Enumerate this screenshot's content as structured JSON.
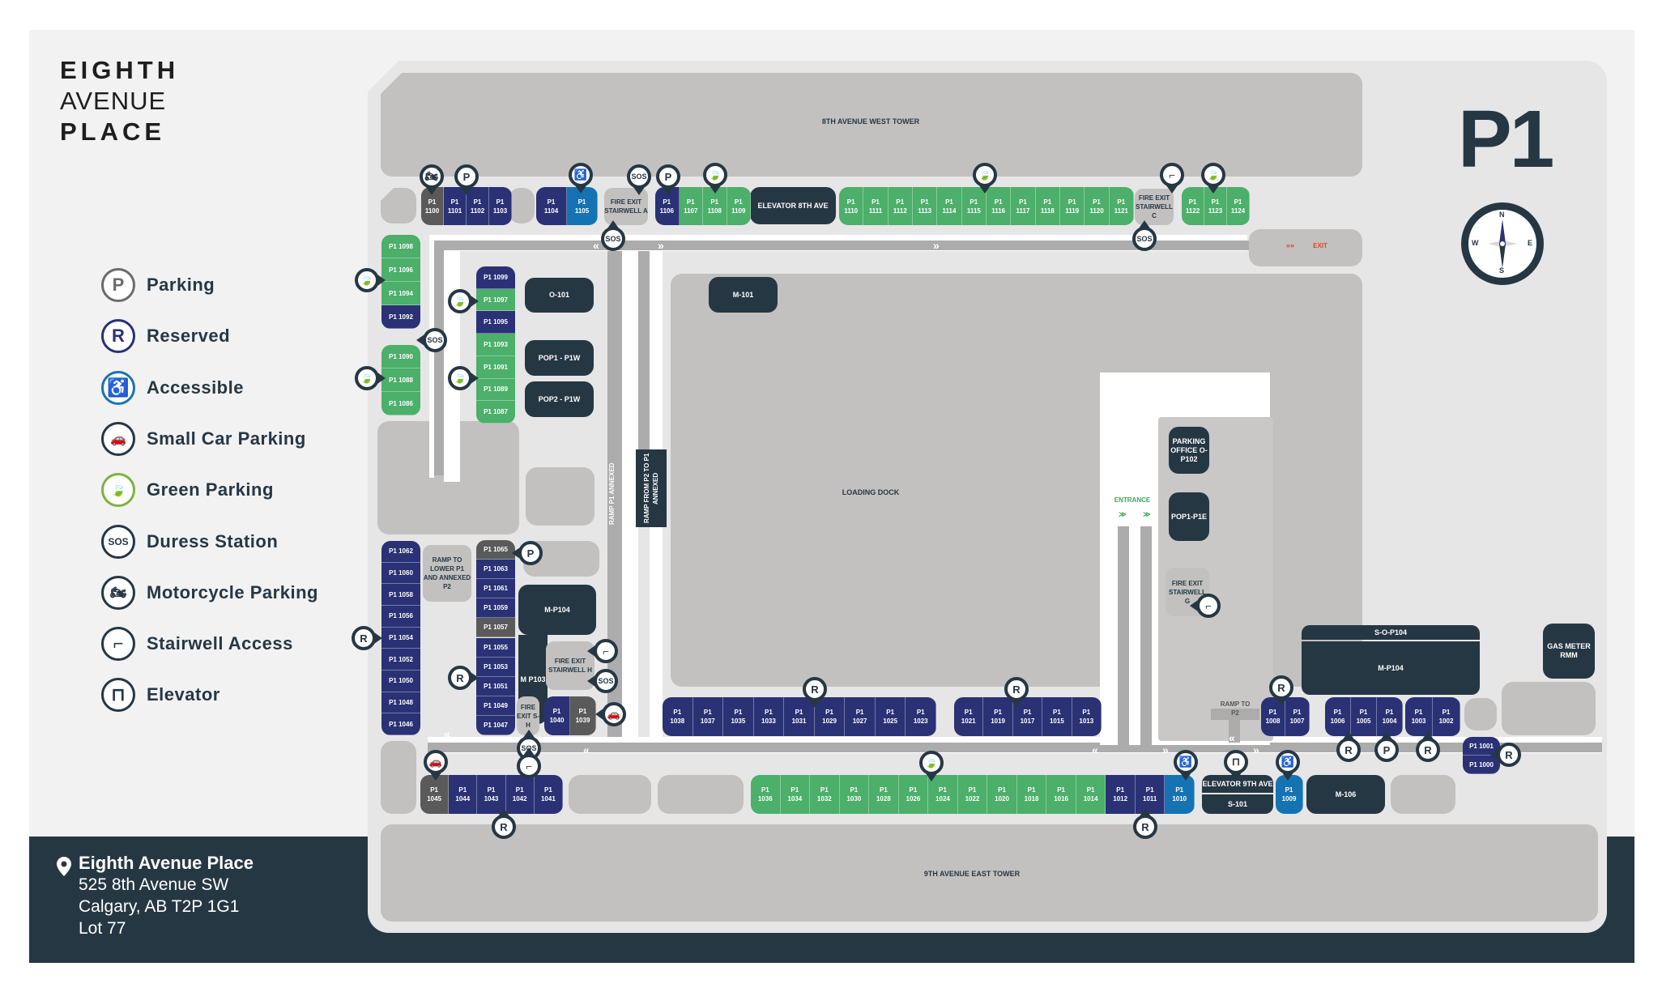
{
  "brand": {
    "line1": "EIGHTH",
    "line2": "AVENUE",
    "line3": "PLACE"
  },
  "level": "P1",
  "compass": {
    "n": "N",
    "s": "S",
    "e": "E",
    "w": "W"
  },
  "legend": [
    {
      "icon": "parking-icon",
      "glyph": "P",
      "label": "Parking",
      "color": "#6b6b6b"
    },
    {
      "icon": "reserved-icon",
      "glyph": "R",
      "label": "Reserved",
      "color": "#2a3275"
    },
    {
      "icon": "accessible-icon",
      "glyph": "♿",
      "label": "Accessible",
      "color": "#1a74b0"
    },
    {
      "icon": "small-car-icon",
      "glyph": "🚗",
      "label": "Small Car Parking",
      "color": "#263744"
    },
    {
      "icon": "green-leaf-icon",
      "glyph": "🍃",
      "label": "Green Parking",
      "color": "#7cb342"
    },
    {
      "icon": "sos-icon",
      "glyph": "SOS",
      "label": "Duress Station",
      "color": "#263744"
    },
    {
      "icon": "motorcycle-icon",
      "glyph": "🏍",
      "label": "Motorcycle Parking",
      "color": "#263744"
    },
    {
      "icon": "stairs-icon",
      "glyph": "⌐",
      "label": "Stairwell Access",
      "color": "#263744"
    },
    {
      "icon": "elevator-icon",
      "glyph": "⊓",
      "label": "Elevator",
      "color": "#263744"
    }
  ],
  "address": {
    "name": "Eighth Avenue Place",
    "street": "525 8th Avenue SW",
    "city": "Calgary, AB T2P 1G1",
    "lot": "Lot 77"
  },
  "colors": {
    "reserved": "#2a3275",
    "green": "#4caf6a",
    "accessible": "#1673b3",
    "special": "#5a5a5a",
    "dark": "#263744",
    "exit_red": "#e0452c",
    "entrance_green": "#3ea65c"
  },
  "labels": {
    "west_tower": "8TH AVENUE WEST TOWER",
    "east_tower": "9TH AVENUE EAST TOWER",
    "loading_dock": "LOADING DOCK",
    "exit": "EXIT",
    "entrance": "ENTRANCE",
    "ramp_p1_annexed": "RAMP P1 ANNEXED",
    "ramp_from_p2": "RAMP FROM P2 TO P1 ANNEXED",
    "ramp_to_lower": "RAMP TO LOWER P1 AND ANNEXED P2",
    "ramp_to_p2": "RAMP TO P2",
    "fire_exit_a": "FIRE EXIT STAIRWELL A",
    "fire_exit_c": "FIRE EXIT STAIRWELL C",
    "fire_exit_g": "FIRE EXIT STAIRWELL G",
    "fire_exit_h": "FIRE EXIT STAIRWELL H",
    "fire_exit_sh": "FIRE EXIT S-H",
    "elevator_8th": "ELEVATOR 8TH AVE",
    "elevator_9th": "ELEVATOR 9TH AVE",
    "s101": "S-101",
    "m101": "M-101",
    "o101": "O-101",
    "pop1_p1w": "POP1 - P1W",
    "pop2_p1w": "POP2 - P1W",
    "m_p104_left": "M-P104",
    "m_p103": "M P103",
    "parking_office": "PARKING OFFICE O-P102",
    "pop1_p1e": "POP1-P1E",
    "s_o_p104": "S-O-P104",
    "m_p104_right": "M-P104",
    "m106": "M-106",
    "gas_meter": "GAS METER RMM"
  },
  "stall_rows": {
    "top_a": [
      {
        "id": "P1 1100",
        "type": "special"
      },
      {
        "id": "P1 1101",
        "type": "reserved"
      },
      {
        "id": "P1 1102",
        "type": "reserved"
      },
      {
        "id": "P1 1103",
        "type": "reserved"
      }
    ],
    "top_b": [
      {
        "id": "P1 1104",
        "type": "reserved"
      },
      {
        "id": "P1 1105",
        "type": "accessible"
      }
    ],
    "top_c": [
      {
        "id": "P1 1106",
        "type": "reserved"
      },
      {
        "id": "P1 1107",
        "type": "green"
      },
      {
        "id": "P1 1108",
        "type": "green"
      },
      {
        "id": "P1 1109",
        "type": "green"
      }
    ],
    "top_d": [
      {
        "id": "P1 1110",
        "type": "green"
      },
      {
        "id": "P1 1111",
        "type": "green"
      },
      {
        "id": "P1 1112",
        "type": "green"
      },
      {
        "id": "P1 1113",
        "type": "green"
      },
      {
        "id": "P1 1114",
        "type": "green"
      },
      {
        "id": "P1 1115",
        "type": "green"
      },
      {
        "id": "P1 1116",
        "type": "green"
      },
      {
        "id": "P1 1117",
        "type": "green"
      },
      {
        "id": "P1 1118",
        "type": "green"
      },
      {
        "id": "P1 1119",
        "type": "green"
      },
      {
        "id": "P1 1120",
        "type": "green"
      },
      {
        "id": "P1 1121",
        "type": "green"
      }
    ],
    "top_e": [
      {
        "id": "P1 1122",
        "type": "green"
      },
      {
        "id": "P1 1123",
        "type": "green"
      },
      {
        "id": "P1 1124",
        "type": "green"
      }
    ],
    "left_a": [
      {
        "id": "P1 1098",
        "type": "green"
      },
      {
        "id": "P1 1096",
        "type": "green"
      },
      {
        "id": "P1 1094",
        "type": "green"
      },
      {
        "id": "P1 1092",
        "type": "reserved"
      }
    ],
    "left_b": [
      {
        "id": "P1 1090",
        "type": "green"
      },
      {
        "id": "P1 1088",
        "type": "green"
      },
      {
        "id": "P1 1086",
        "type": "green"
      }
    ],
    "inner_a": [
      {
        "id": "P1 1099",
        "type": "reserved"
      },
      {
        "id": "P1 1097",
        "type": "green"
      },
      {
        "id": "P1 1095",
        "type": "reserved"
      },
      {
        "id": "P1 1093",
        "type": "green"
      },
      {
        "id": "P1 1091",
        "type": "green"
      },
      {
        "id": "P1 1089",
        "type": "green"
      },
      {
        "id": "P1 1087",
        "type": "green"
      }
    ],
    "left_c": [
      {
        "id": "P1 1062",
        "type": "reserved"
      },
      {
        "id": "P1 1060",
        "type": "reserved"
      },
      {
        "id": "P1 1058",
        "type": "reserved"
      },
      {
        "id": "P1 1056",
        "type": "reserved"
      },
      {
        "id": "P1 1054",
        "type": "reserved"
      },
      {
        "id": "P1 1052",
        "type": "reserved"
      },
      {
        "id": "P1 1050",
        "type": "reserved"
      },
      {
        "id": "P1 1048",
        "type": "reserved"
      },
      {
        "id": "P1 1046",
        "type": "reserved"
      }
    ],
    "inner_b": [
      {
        "id": "P1 1065",
        "type": "special"
      },
      {
        "id": "P1 1063",
        "type": "reserved"
      },
      {
        "id": "P1 1061",
        "type": "reserved"
      },
      {
        "id": "P1 1059",
        "type": "reserved"
      },
      {
        "id": "P1 1057",
        "type": "special"
      },
      {
        "id": "P1 1055",
        "type": "reserved"
      },
      {
        "id": "P1 1053",
        "type": "reserved"
      },
      {
        "id": "P1 1051",
        "type": "reserved"
      },
      {
        "id": "P1 1049",
        "type": "reserved"
      },
      {
        "id": "P1 1047",
        "type": "reserved"
      }
    ],
    "inner_c": [
      {
        "id": "P1 1040",
        "type": "reserved"
      },
      {
        "id": "P1 1039",
        "type": "special"
      }
    ],
    "mid_a": [
      {
        "id": "P1 1038",
        "type": "reserved"
      },
      {
        "id": "P1 1037",
        "type": "reserved"
      },
      {
        "id": "P1 1035",
        "type": "reserved"
      },
      {
        "id": "P1 1033",
        "type": "reserved"
      },
      {
        "id": "P1 1031",
        "type": "reserved"
      },
      {
        "id": "P1 1029",
        "type": "reserved"
      },
      {
        "id": "P1 1027",
        "type": "reserved"
      },
      {
        "id": "P1 1025",
        "type": "reserved"
      },
      {
        "id": "P1 1023",
        "type": "reserved"
      }
    ],
    "mid_b": [
      {
        "id": "P1 1021",
        "type": "reserved"
      },
      {
        "id": "P1 1019",
        "type": "reserved"
      },
      {
        "id": "P1 1017",
        "type": "reserved"
      },
      {
        "id": "P1 1015",
        "type": "reserved"
      },
      {
        "id": "P1 1013",
        "type": "reserved"
      }
    ],
    "bottom_a": [
      {
        "id": "P1 1045",
        "type": "special"
      },
      {
        "id": "P1 1044",
        "type": "reserved"
      },
      {
        "id": "P1 1043",
        "type": "reserved"
      },
      {
        "id": "P1 1042",
        "type": "reserved"
      },
      {
        "id": "P1 1041",
        "type": "reserved"
      }
    ],
    "bottom_b": [
      {
        "id": "P1 1036",
        "type": "green"
      },
      {
        "id": "P1 1034",
        "type": "green"
      },
      {
        "id": "P1 1032",
        "type": "green"
      },
      {
        "id": "P1 1030",
        "type": "green"
      },
      {
        "id": "P1 1028",
        "type": "green"
      },
      {
        "id": "P1 1026",
        "type": "green"
      },
      {
        "id": "P1 1024",
        "type": "green"
      },
      {
        "id": "P1 1022",
        "type": "green"
      },
      {
        "id": "P1 1020",
        "type": "green"
      },
      {
        "id": "P1 1018",
        "type": "green"
      },
      {
        "id": "P1 1016",
        "type": "green"
      },
      {
        "id": "P1 1014",
        "type": "green"
      },
      {
        "id": "P1 1012",
        "type": "reserved"
      },
      {
        "id": "P1 1011",
        "type": "reserved"
      },
      {
        "id": "P1 1010",
        "type": "accessible"
      }
    ],
    "bottom_c": [
      {
        "id": "P1 1009",
        "type": "accessible"
      }
    ],
    "right_a": [
      {
        "id": "P1 1008",
        "type": "reserved"
      },
      {
        "id": "P1 1007",
        "type": "reserved"
      }
    ],
    "right_b": [
      {
        "id": "P1 1006",
        "type": "reserved"
      },
      {
        "id": "P1 1005",
        "type": "reserved"
      },
      {
        "id": "P1 1004",
        "type": "reserved"
      }
    ],
    "right_c": [
      {
        "id": "P1 1003",
        "type": "reserved"
      },
      {
        "id": "P1 1002",
        "type": "reserved"
      }
    ],
    "right_d": [
      {
        "id": "P1 1001",
        "type": "reserved"
      },
      {
        "id": "P1 1000",
        "type": "reserved"
      }
    ]
  },
  "markers": [
    {
      "icon": "motorcycle-icon",
      "glyph": "🏍",
      "near": "P1 1100"
    },
    {
      "icon": "parking-icon",
      "glyph": "P",
      "near": "P1 1101"
    },
    {
      "icon": "accessible-icon",
      "glyph": "♿",
      "near": "P1 1105"
    },
    {
      "icon": "sos-icon",
      "glyph": "SOS",
      "near": "FIRE EXIT STAIRWELL A"
    },
    {
      "icon": "parking-icon",
      "glyph": "P",
      "near": "P1 1106"
    },
    {
      "icon": "green-leaf-icon",
      "glyph": "🍃",
      "near": "P1 1108"
    },
    {
      "icon": "green-leaf-icon",
      "glyph": "🍃",
      "near": "P1 1115"
    },
    {
      "icon": "stairs-icon",
      "glyph": "⌐",
      "near": "FIRE EXIT STAIRWELL C"
    },
    {
      "icon": "green-leaf-icon",
      "glyph": "🍃",
      "near": "P1 1123"
    },
    {
      "icon": "sos-icon",
      "glyph": "SOS",
      "near": "STAIRWELL A below"
    },
    {
      "icon": "sos-icon",
      "glyph": "SOS",
      "near": "STAIRWELL C below"
    },
    {
      "icon": "green-leaf-icon",
      "glyph": "🍃",
      "near": "P1 1094"
    },
    {
      "icon": "sos-icon",
      "glyph": "SOS",
      "near": "left column"
    },
    {
      "icon": "green-leaf-icon",
      "glyph": "🍃",
      "near": "P1 1088"
    },
    {
      "icon": "green-leaf-icon",
      "glyph": "🍃",
      "near": "P1 1097"
    },
    {
      "icon": "green-leaf-icon",
      "glyph": "🍃",
      "near": "P1 1089"
    },
    {
      "icon": "parking-icon",
      "glyph": "P",
      "near": "P1 1065"
    },
    {
      "icon": "reserved-icon",
      "glyph": "R",
      "near": "P1 1054"
    },
    {
      "icon": "reserved-icon",
      "glyph": "R",
      "near": "P1 1051"
    },
    {
      "icon": "stairs-icon",
      "glyph": "⌐",
      "near": "FIRE EXIT STAIRWELL H"
    },
    {
      "icon": "sos-icon",
      "glyph": "SOS",
      "near": "FIRE EXIT STAIRWELL H"
    },
    {
      "icon": "small-car-icon",
      "glyph": "🚗",
      "near": "P1 1039"
    },
    {
      "icon": "sos-icon",
      "glyph": "SOS",
      "near": "FIRE EXIT S-H"
    },
    {
      "icon": "stairs-icon",
      "glyph": "⌐",
      "near": "P1 1042"
    },
    {
      "icon": "small-car-icon",
      "glyph": "🚗",
      "near": "P1 1045"
    },
    {
      "icon": "reserved-icon",
      "glyph": "R",
      "near": "P1 1043"
    },
    {
      "icon": "reserved-icon",
      "glyph": "R",
      "near": "P1 1031"
    },
    {
      "icon": "reserved-icon",
      "glyph": "R",
      "near": "P1 1019"
    },
    {
      "icon": "green-leaf-icon",
      "glyph": "🍃",
      "near": "P1 1026"
    },
    {
      "icon": "reserved-icon",
      "glyph": "R",
      "near": "P1 1012"
    },
    {
      "icon": "accessible-icon",
      "glyph": "♿",
      "near": "P1 1010"
    },
    {
      "icon": "elevator-icon",
      "glyph": "⊓",
      "near": "ELEVATOR 9TH AVE"
    },
    {
      "icon": "accessible-icon",
      "glyph": "♿",
      "near": "P1 1009"
    },
    {
      "icon": "stairs-icon",
      "glyph": "⌐",
      "near": "FIRE EXIT STAIRWELL G"
    },
    {
      "icon": "reserved-icon",
      "glyph": "R",
      "near": "P1 1008"
    },
    {
      "icon": "reserved-icon",
      "glyph": "R",
      "near": "P1 1006"
    },
    {
      "icon": "parking-icon",
      "glyph": "P",
      "near": "P1 1004"
    },
    {
      "icon": "reserved-icon",
      "glyph": "R",
      "near": "P1 1003"
    },
    {
      "icon": "reserved-icon",
      "glyph": "R",
      "near": "P1 1001"
    }
  ]
}
